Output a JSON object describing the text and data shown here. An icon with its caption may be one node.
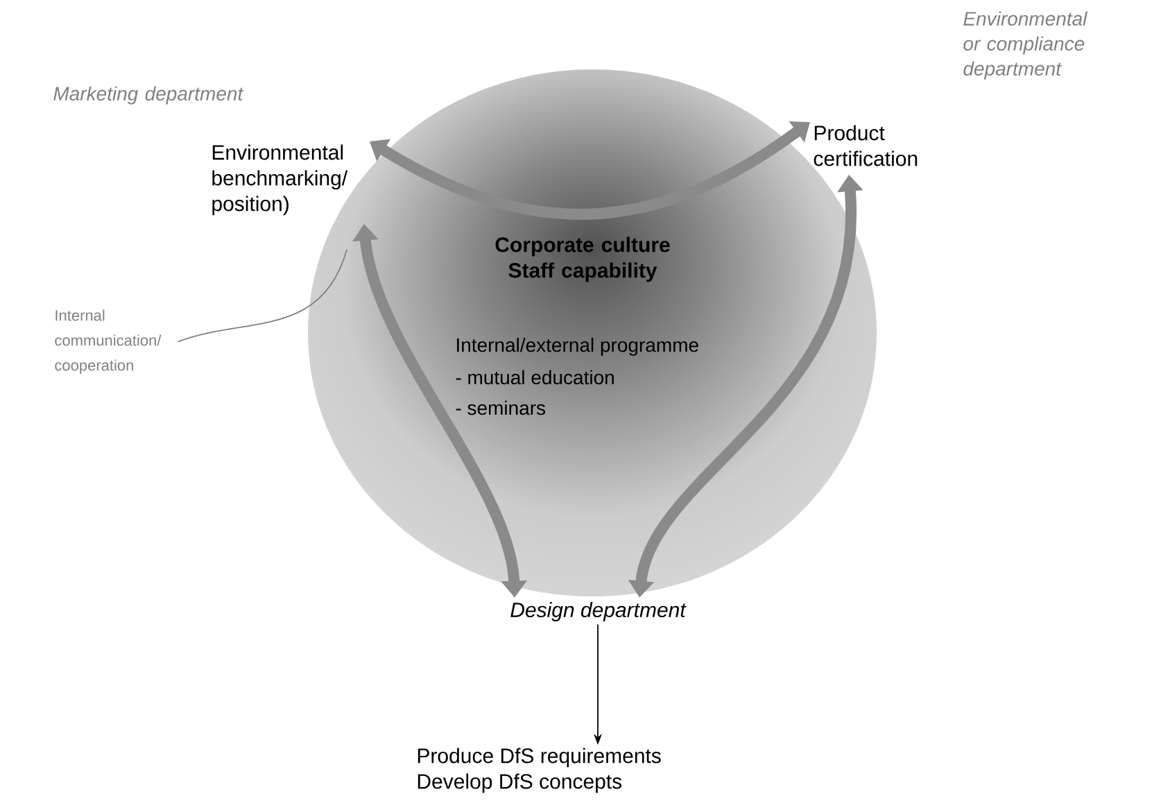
{
  "diagram": {
    "nodes": [
      {
        "text": [
          "Corporate culture Staff capability",
          "Internal/external programme",
          "- mutual education",
          "- seminars"
        ]
      },
      {
        "text": [
          "Marketing department",
          "Environmental benchmarking/ position)"
        ]
      },
      {
        "text": [
          "Environmental or compliance department",
          "Product certification"
        ]
      },
      {
        "text": [
          "Design department"
        ]
      },
      {
        "text": [
          "Produce DfS requirements",
          "Develop DfS concepts"
        ]
      },
      {
        "text": [
          "Internal communication/ cooperation"
        ]
      }
    ],
    "edges": [
      {
        "from": 1,
        "to": 2,
        "arrow": "both"
      },
      {
        "from": 3,
        "to": 1,
        "arrow": "both"
      },
      {
        "from": 3,
        "to": 2,
        "arrow": "both"
      },
      {
        "from": 3,
        "to": 4,
        "arrow": "to",
        "color": "#000000"
      },
      {
        "from": 5,
        "to": null,
        "arrow": "none",
        "color": "#808080"
      }
    ]
  }
}
